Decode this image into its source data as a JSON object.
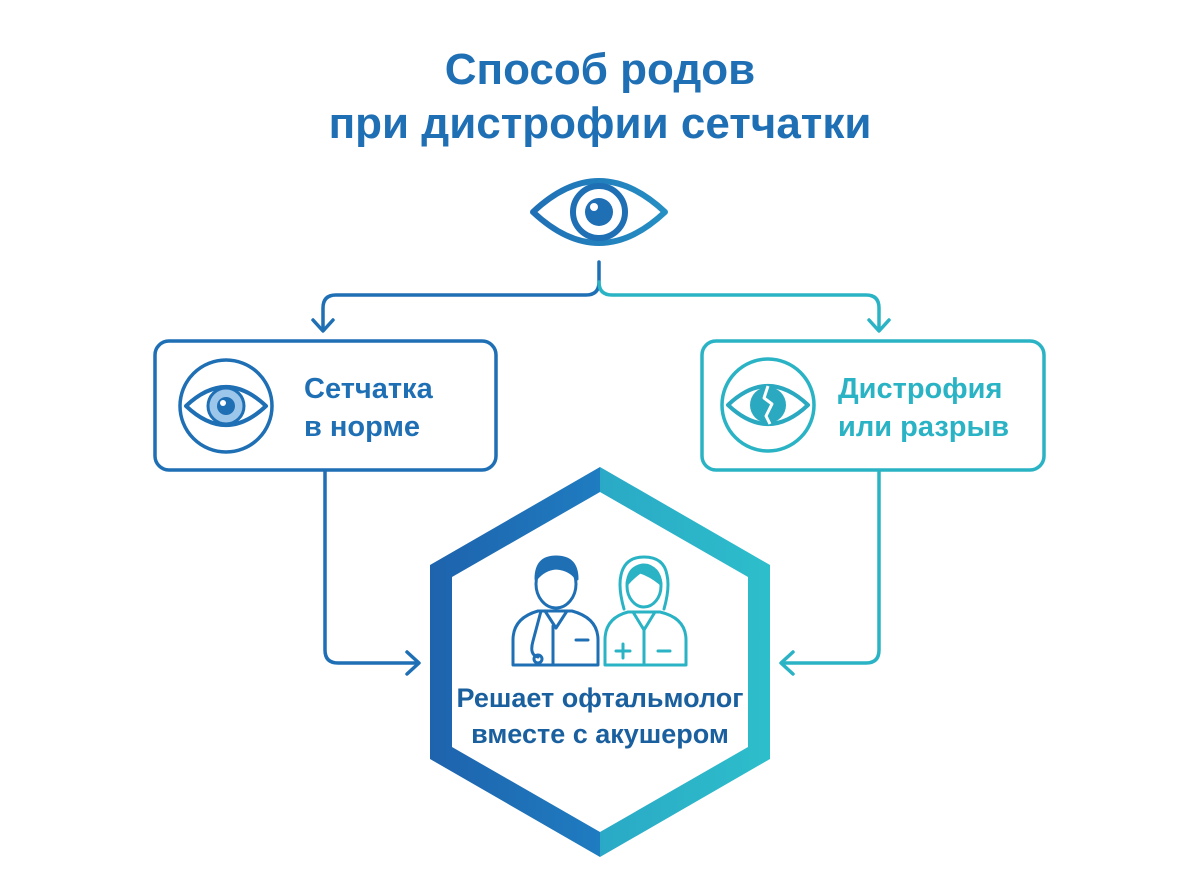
{
  "title": {
    "line1": "Способ родов",
    "line2": "при дистрофии сетчатки"
  },
  "top_node": {
    "icon": "eye-icon"
  },
  "left_box": {
    "line1": "Сетчатка",
    "line2": "в норме",
    "icon": "eye-icon",
    "color": "#1f6fb5"
  },
  "right_box": {
    "line1": "Дистрофия",
    "line2": "или разрыв",
    "icon": "torn-eye-icon",
    "color": "#2ab3c4"
  },
  "center_node": {
    "line1": "Решает офтальмолог",
    "line2": "вместе с акушером",
    "icons": [
      "male-doctor-icon",
      "female-doctor-icon"
    ]
  },
  "colors": {
    "primary_blue": "#1f6fb5",
    "teal": "#2ab3c4",
    "text_blue": "#1a5f9e"
  }
}
